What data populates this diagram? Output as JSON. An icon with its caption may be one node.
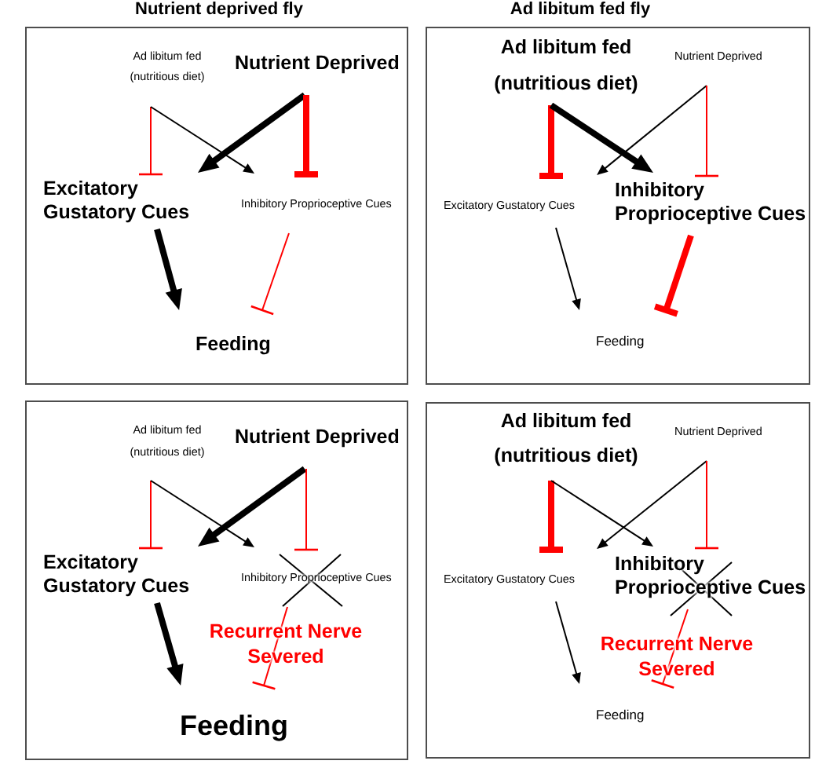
{
  "diagram": {
    "nodes": [
      {
        "text": [
          "Nutrient deprived fly"
        ]
      },
      {
        "text": [
          "Ad libitum fed (nutritious diet)"
        ],
        "in": 0
      },
      {
        "text": [
          "Nutrient Deprived"
        ],
        "in": 0
      },
      {
        "text": [
          "Excitatory Gustatory Cues"
        ],
        "in": 0
      },
      {
        "text": [
          "Inhibitory Proprioceptive Cues"
        ],
        "in": 0
      },
      {
        "text": [
          "Feeding"
        ],
        "in": 0
      },
      {
        "text": [
          "Ad libitum fed fly"
        ]
      },
      {
        "text": [
          "Ad libitum fed (nutritious diet)"
        ],
        "in": 6
      },
      {
        "text": [
          "Nutrient Deprived"
        ],
        "in": 6
      },
      {
        "text": [
          "Excitatory Gustatory Cues"
        ],
        "in": 6
      },
      {
        "text": [
          "Inhibitory Proprioceptive Cues"
        ],
        "in": 6
      },
      {
        "text": [
          "Feeding"
        ],
        "in": 6
      },
      {
        "text": [],
        "shape": "box"
      },
      {
        "text": [
          "Ad libitum fed (nutritious diet)"
        ],
        "in": 12
      },
      {
        "text": [
          "Nutrient Deprived"
        ],
        "in": 12
      },
      {
        "text": [
          "Excitatory Gustatory Cues"
        ],
        "in": 12
      },
      {
        "text": [
          "Inhibitory Proprioceptive Cues"
        ],
        "in": 12
      },
      {
        "text": [
          "Feeding"
        ],
        "in": 12
      },
      {
        "text": [],
        "shape": "box"
      },
      {
        "text": [
          "Ad libitum fed (nutritious diet)"
        ],
        "in": 18
      },
      {
        "text": [
          "Nutrient Deprived"
        ],
        "in": 18
      },
      {
        "text": [
          "Excitatory Gustatory Cues"
        ],
        "in": 18
      },
      {
        "text": [
          "Inhibitory Proprioceptive Cues"
        ],
        "in": 18
      },
      {
        "text": [
          "Feeding"
        ],
        "in": 18
      }
    ],
    "edges": [
      {
        "from": 1,
        "to": 3,
        "arrow": "other",
        "color": "#ff0000"
      },
      {
        "from": 1,
        "to": 4,
        "arrow": "to",
        "color": "#000000"
      },
      {
        "from": 2,
        "to": 3,
        "arrow": "to",
        "style": "thick",
        "color": "#000000"
      },
      {
        "from": 2,
        "to": 4,
        "arrow": "other",
        "style": "thick",
        "color": "#ff0000"
      },
      {
        "from": 3,
        "to": 5,
        "arrow": "to",
        "style": "thick",
        "color": "#000000"
      },
      {
        "from": 4,
        "to": 5,
        "arrow": "other",
        "color": "#ff0000"
      },
      {
        "from": 7,
        "to": 9,
        "arrow": "other",
        "style": "thick",
        "color": "#ff0000"
      },
      {
        "from": 7,
        "to": 10,
        "arrow": "to",
        "style": "thick",
        "color": "#000000"
      },
      {
        "from": 8,
        "to": 9,
        "arrow": "to",
        "color": "#000000"
      },
      {
        "from": 8,
        "to": 10,
        "arrow": "other",
        "color": "#ff0000"
      },
      {
        "from": 9,
        "to": 11,
        "arrow": "to",
        "color": "#000000"
      },
      {
        "from": 10,
        "to": 11,
        "arrow": "other",
        "style": "thick",
        "color": "#ff0000"
      },
      {
        "from": 13,
        "to": 15,
        "arrow": "other",
        "color": "#ff0000"
      },
      {
        "from": 13,
        "to": 16,
        "arrow": "to",
        "color": "#000000"
      },
      {
        "from": 14,
        "to": 15,
        "arrow": "to",
        "style": "thick",
        "color": "#000000"
      },
      {
        "from": 14,
        "to": 16,
        "arrow": "other",
        "color": "#ff0000"
      },
      {
        "from": 15,
        "to": 17,
        "arrow": "to",
        "style": "thick",
        "color": "#000000"
      },
      {
        "from": 16,
        "to": 17,
        "arrow": "other",
        "color": "#ff0000"
      },
      {
        "from": 19,
        "to": 21,
        "arrow": "other",
        "style": "thick",
        "color": "#ff0000"
      },
      {
        "from": 19,
        "to": 22,
        "arrow": "to",
        "color": "#000000"
      },
      {
        "from": 20,
        "to": 21,
        "arrow": "to",
        "color": "#000000"
      },
      {
        "from": 20,
        "to": 22,
        "arrow": "other",
        "color": "#ff0000"
      },
      {
        "from": 21,
        "to": 23,
        "arrow": "to",
        "color": "#000000"
      },
      {
        "from": 22,
        "to": 23,
        "arrow": "other",
        "color": "#ff0000"
      }
    ],
    "labels": [
      "Recurrent Nerve Severed",
      "Recurrent Nerve Severed"
    ]
  }
}
